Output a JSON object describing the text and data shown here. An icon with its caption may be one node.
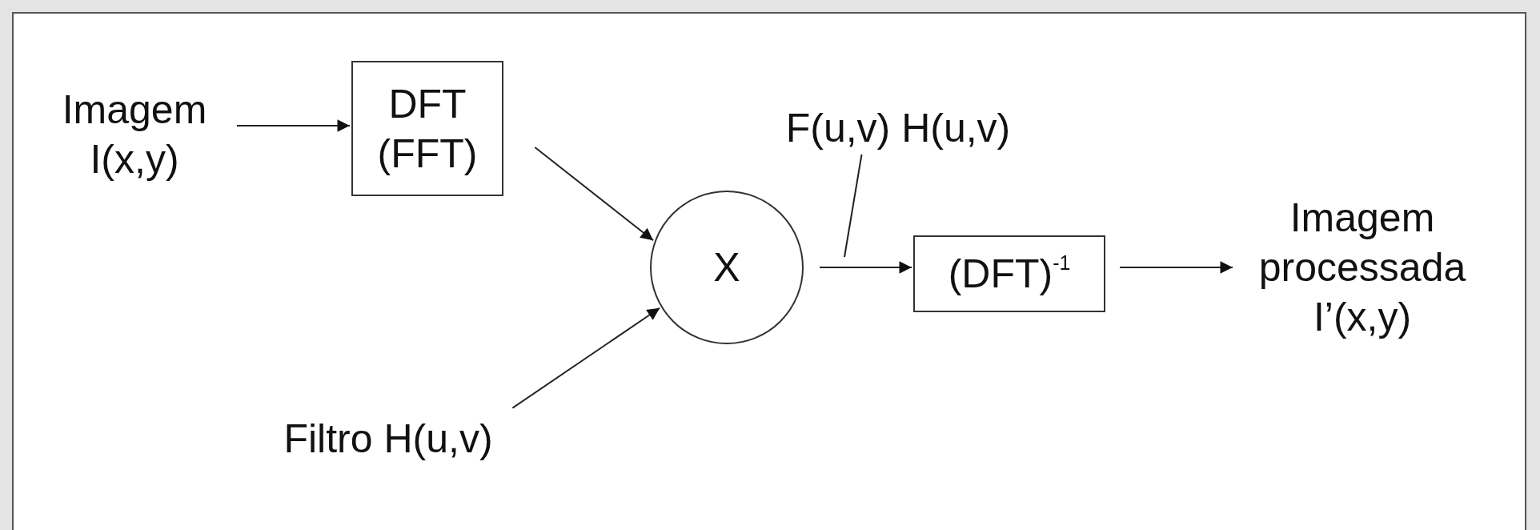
{
  "diagram": {
    "nodes": [
      {
        "text": [
          "Imagem I(x,y)"
        ]
      },
      {
        "text": [
          "DFT (FFT)"
        ]
      },
      {
        "text": [
          "X"
        ]
      },
      {
        "text": [
          "Filtro H(u,v)"
        ]
      },
      {
        "text": [
          "(DFT)$^{-1}$"
        ]
      },
      {
        "text": [
          "Imagem processada I’(x,y)"
        ]
      },
      {
        "text": [
          "F(u,v) H(u,v)"
        ]
      }
    ],
    "edges": [
      {
        "from": 0,
        "to": 1,
        "arrow": "to"
      },
      {
        "from": 1,
        "to": 2,
        "arrow": "to"
      },
      {
        "from": 3,
        "to": 2,
        "arrow": "to"
      },
      {
        "from": 2,
        "to": 4,
        "arrow": "to"
      },
      {
        "from": 4,
        "to": 5,
        "arrow": "to"
      },
      {
        "from": 6,
        "to": null,
        "arrow": "none"
      }
    ]
  }
}
